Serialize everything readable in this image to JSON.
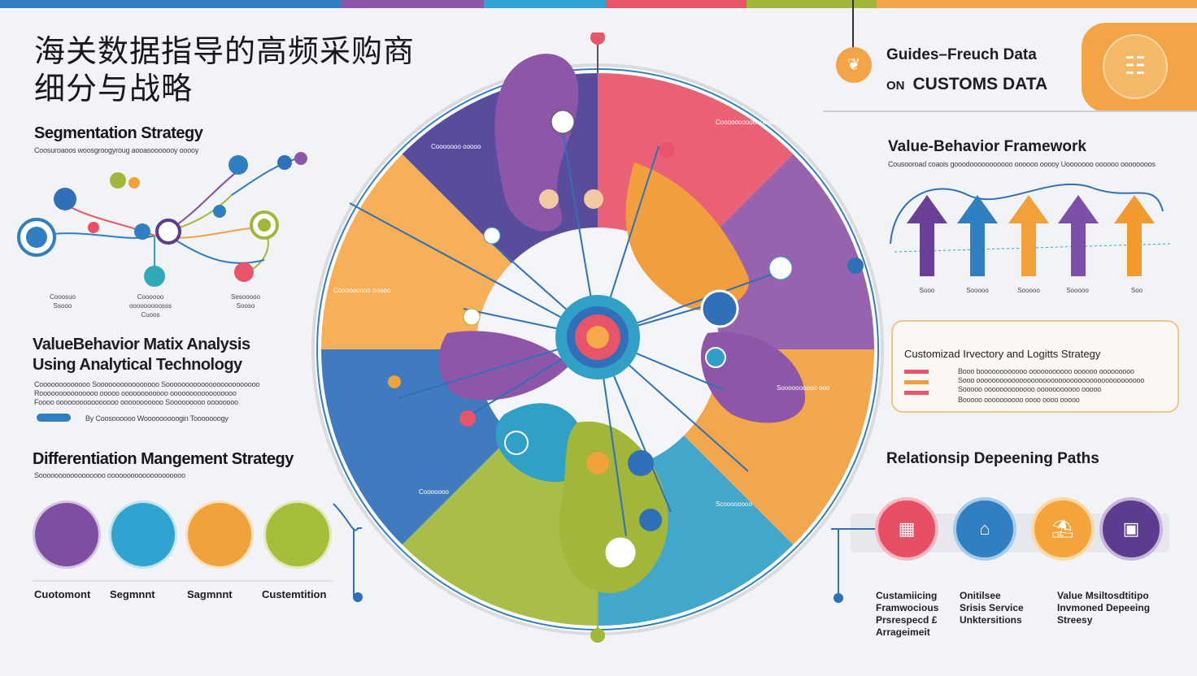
{
  "header": {
    "title_cn_line1": "海关数据指导的高频采购商",
    "title_cn_line2": "细分与战略",
    "title_en_line1": "Guides–Freuch Data",
    "title_en_line2_prefix": "ON",
    "title_en_line2_main": "CUSTOMS DATA"
  },
  "left": {
    "segmentation": {
      "title": "Segmentation Strategy",
      "subtitle": "Coosuroaoos woosgroogyroug aooasooooooy ooooy",
      "nodes": [
        {
          "label_line1": "Cooosuo",
          "label_line2": "Ssooo"
        },
        {
          "label_line1": "Coooooo ooooooooosss",
          "label_line2": "Cuoos"
        },
        {
          "label_line1": "Sesooooo",
          "label_line2": "Sooso"
        }
      ]
    },
    "value_behavior": {
      "title_line1": "ValueBehavior Matix Analysis",
      "title_line2": "Using Analytical Technology",
      "text_line1": "Cooooooooooooo Soooooooooooooooo Soooooooooooooooooooooooo",
      "text_line2": "Rooooooooooooooo ooooo oooooooooooo ooooooooooooooooo",
      "text_line3": "Foooo oooooooooooooooo ooooooooooo Sooooooooo oooooooo",
      "byline": "By Coosoooooo Wooooooooogin Tooooooogy"
    },
    "differentiation": {
      "title": "Differentiation Mangement Strategy",
      "subtitle": "Sooooooooooooooooo oooooooooooooooooooo",
      "circles": [
        {
          "label": "Cuotomont",
          "color": "#7e4fa0"
        },
        {
          "label": "Segmnnt",
          "color": "#30a4d0"
        },
        {
          "label": "Sagmnnt",
          "color": "#f0a23c"
        },
        {
          "label": "Custemtition",
          "color": "#a5be3a"
        }
      ]
    }
  },
  "right": {
    "framework": {
      "title": "Value-Behavior Framework",
      "subtitle": "Cousooroad coaois gooodooooooooooo oooooo ooooy Uooooooo oooooo oooooooos",
      "bars": [
        {
          "color": "#6a3f98",
          "label": "Sooo"
        },
        {
          "color": "#2f7fc1",
          "label": "Sooooo"
        },
        {
          "color": "#f1a03a",
          "label": "Sooooo"
        },
        {
          "color": "#7c4fa8",
          "label": "Sooooo"
        },
        {
          "color": "#f39a2f",
          "label": "Soo"
        }
      ]
    },
    "inventory": {
      "title": "Customizad Irvectory and Logitts Strategy",
      "rows": [
        "Booo boooooooooooo ooooooooooo oooooo ooooooooo",
        "Sooo ooooooooooooooooooooooooooooooooooooooooooo",
        "Sooooo ooooooooooooo ooooooooooo ooooo",
        "Booooo oooooooooo oooo oooo ooooo"
      ]
    },
    "relationship": {
      "title": "Relationsip Depeening Paths",
      "circles": [
        {
          "color": "#e84e64"
        },
        {
          "color": "#2f7fc1"
        },
        {
          "color": "#f3a43a"
        },
        {
          "color": "#5b3c8e"
        }
      ],
      "captions": [
        {
          "l1": "Custamiicing",
          "l2": "Framwocious",
          "l3": "Prsrespecd £",
          "l4": "Arrageimeit"
        },
        {
          "l1": "Onitilsee",
          "l2": "Srisis Service",
          "l3": "Unktersitions",
          "l4": ""
        },
        {
          "l1": "Value Msiltosdtitipo",
          "l2": "Invmoned Depeeing",
          "l3": "Streesy",
          "l4": ""
        }
      ]
    }
  },
  "wheel": {
    "segments_text": [
      "Cooooooo ooooo",
      "Coooooooooooooooo",
      "Cooooooooo ooooo",
      "Soooooooooo ooo",
      "Cooooooo",
      "Scoooooooo"
    ],
    "colors": [
      "#e8546a",
      "#8e56a8",
      "#f19f3e",
      "#31a0c7",
      "#a2b73a",
      "#2f70b8",
      "#f6a84a",
      "#4b3d94"
    ]
  }
}
